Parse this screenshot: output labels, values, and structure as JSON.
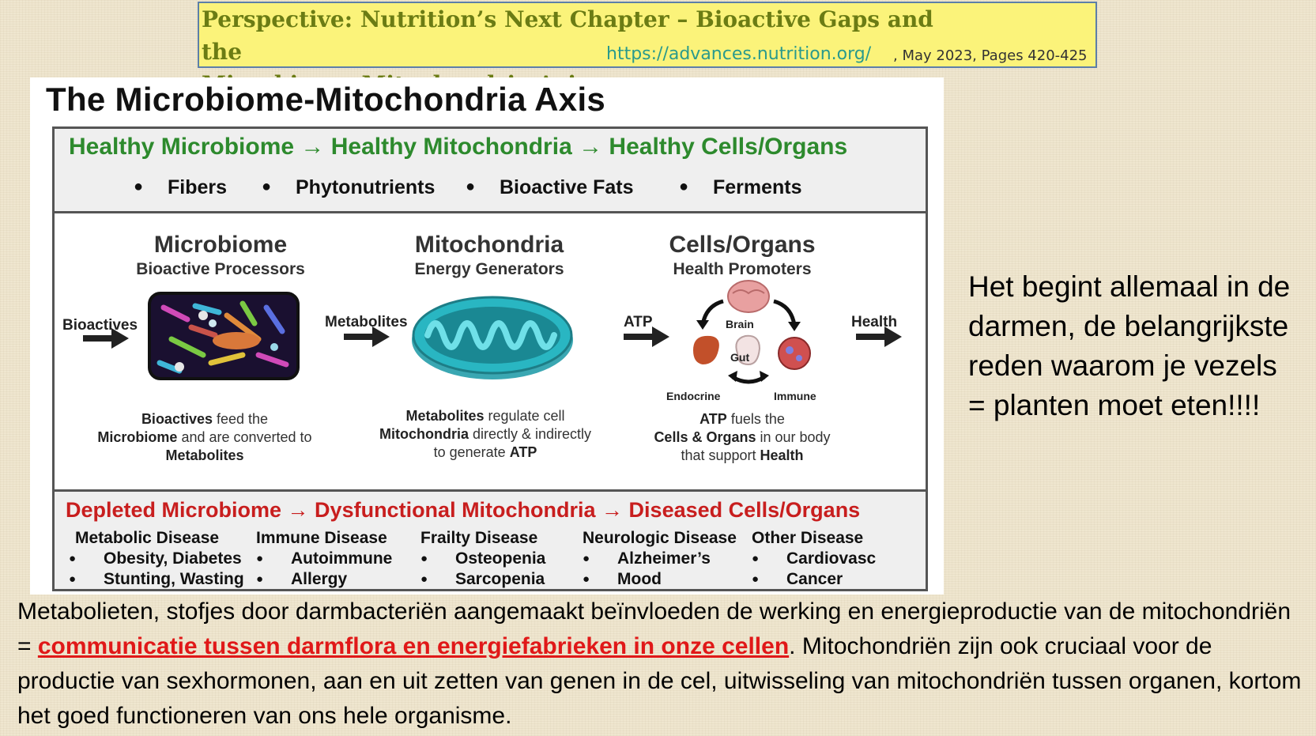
{
  "header": {
    "title_line1": "Perspective: Nutrition’s Next Chapter – Bioactive Gaps and the",
    "title_line2": "Microbiome–Mitochondria Axis",
    "url": "https://advances.nutrition.org/",
    "date": ", May 2023, Pages 420-425"
  },
  "figure": {
    "title": "The Microbiome-Mitochondria Axis",
    "healthy_line": "Healthy Microbiome → Healthy Mitochondria → Healthy Cells/Organs",
    "bioactive_types": [
      "Fibers",
      "Phytonutrients",
      "Bioactive Fats",
      "Ferments"
    ],
    "columns": {
      "microbiome": {
        "title": "Microbiome",
        "subtitle": "Bioactive Processors"
      },
      "mitochondria": {
        "title": "Mitochondria",
        "subtitle": "Energy Generators"
      },
      "cells": {
        "title": "Cells/Organs",
        "subtitle": "Health Promoters"
      }
    },
    "flow_labels": {
      "bioactives": "Bioactives",
      "metabolites": "Metabolites",
      "atp": "ATP",
      "health": "Health"
    },
    "organ_labels": {
      "brain": "Brain",
      "gut": "Gut",
      "endocrine": "Endocrine",
      "immune": "Immune"
    },
    "descriptions": {
      "microbiome": {
        "b1": "Bioactives",
        "t1": " feed the",
        "b2": "Microbiome",
        "t2": " and are converted to",
        "b3": "Metabolites"
      },
      "mitochondria": {
        "b1": "Metabolites",
        "t1": " regulate cell",
        "b2": "Mitochondria",
        "t2": " directly & indirectly",
        "t3": "to generate ",
        "b3": "ATP"
      },
      "cells": {
        "b1": "ATP",
        "t1": " fuels the",
        "b2": "Cells & Organs",
        "t2": "  in our body",
        "t3": "that support ",
        "b3": "Health"
      }
    },
    "depleted_line": "Depleted Microbiome → Dysfunctional Mitochondria → Diseased Cells/Organs",
    "diseases": [
      {
        "title": "Metabolic Disease",
        "items": [
          "Obesity, Diabetes",
          "Stunting, Wasting"
        ]
      },
      {
        "title": "Immune Disease",
        "items": [
          "Autoimmune",
          "Allergy"
        ]
      },
      {
        "title": "Frailty Disease",
        "items": [
          "Osteopenia",
          "Sarcopenia"
        ]
      },
      {
        "title": "Neurologic Disease",
        "items": [
          "Alzheimer’s",
          "Mood"
        ]
      },
      {
        "title": "Other Disease",
        "items": [
          "Cardiovasc",
          "Cancer"
        ]
      }
    ],
    "colors": {
      "healthy": "#2d8a2d",
      "depleted": "#c81e1e",
      "mito": "#29b6c2"
    }
  },
  "side_text": "Het begint allemaal in de darmen, de belangrijkste reden waarom je vezels = planten moet eten!!!!",
  "bottom_text": {
    "part1": "Metabolieten, stofjes door darmbacteriën aangemaakt beïnvloeden de werking en energieproductie van de mitochondriën =  ",
    "highlight": "communicatie  tussen darmflora en energiefabrieken in onze cellen",
    "part2": ". Mitochondriën zijn ook cruciaal voor de productie van sexhormonen, aan en uit zetten van genen in de cel, uitwisseling van mitochondriën tussen organen, kortom het goed functioneren van ons hele organisme."
  }
}
